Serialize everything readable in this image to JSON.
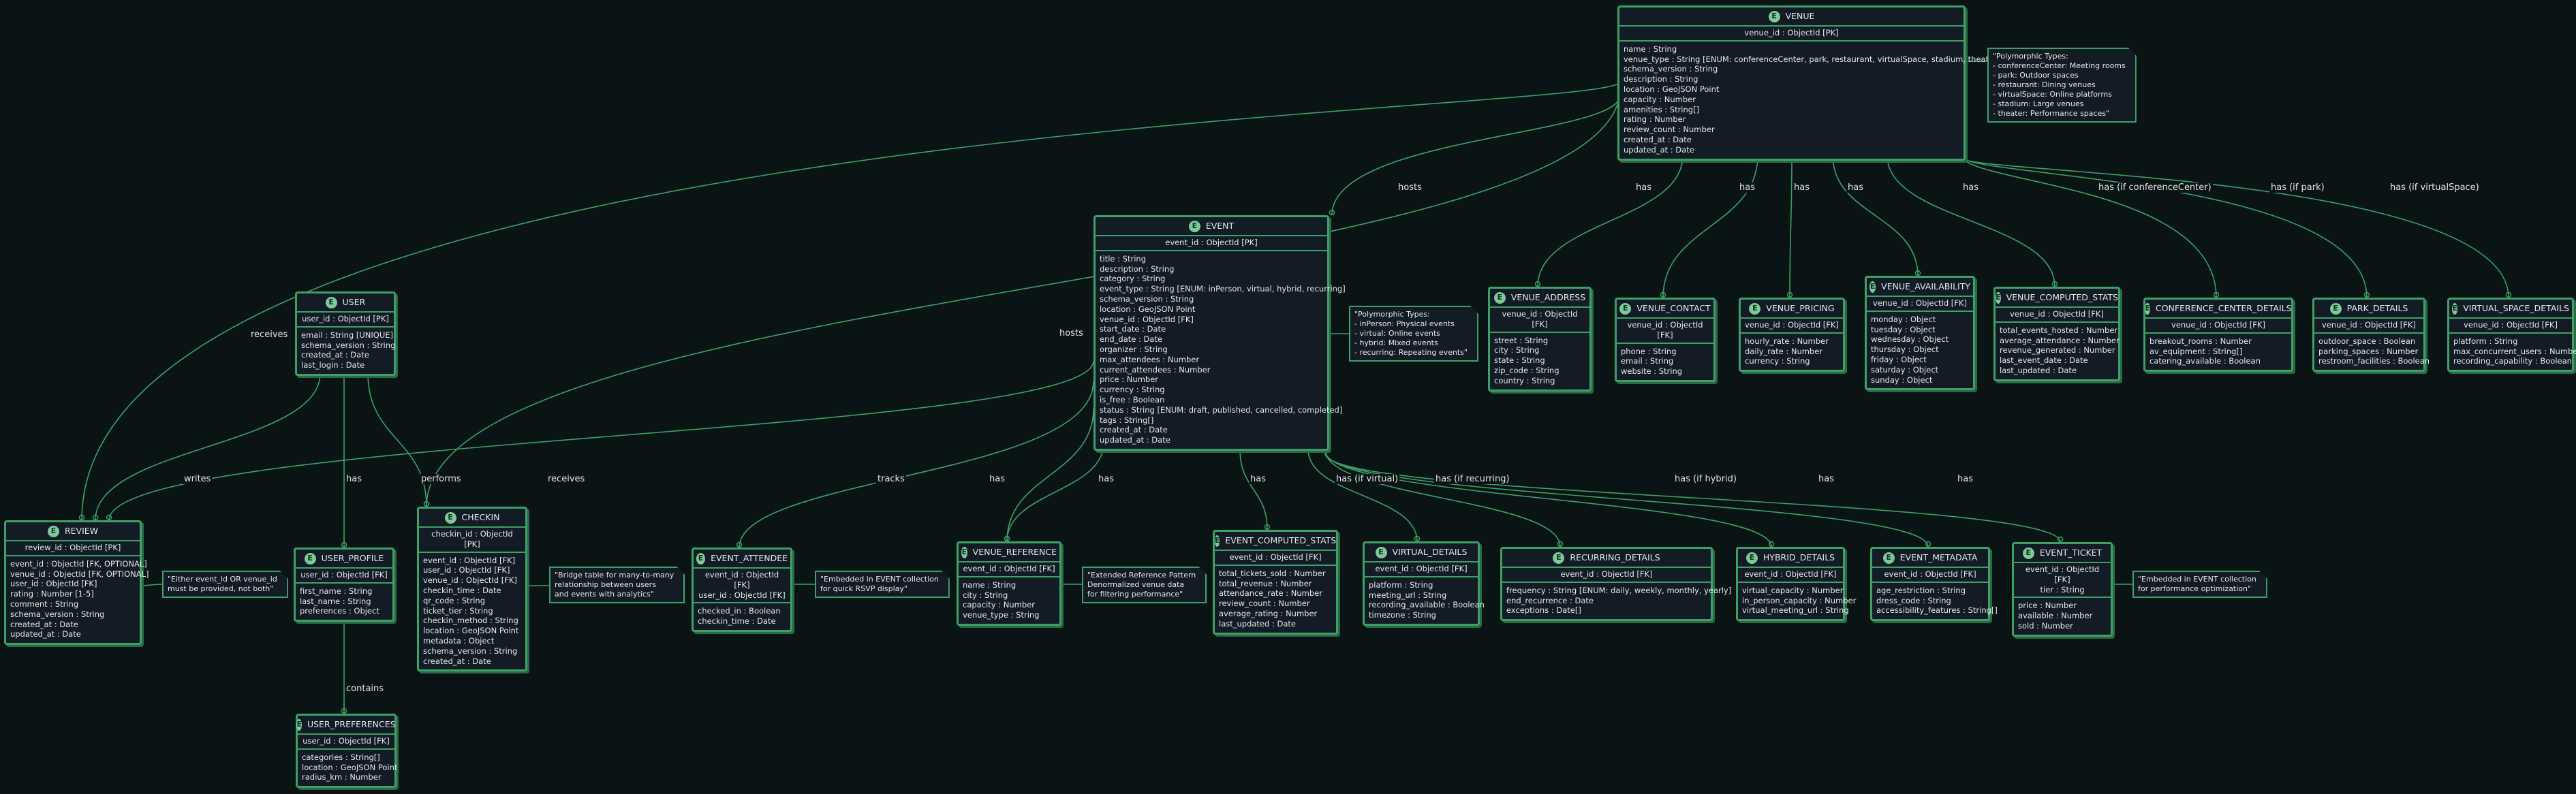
{
  "entities": [
    {
      "id": "venue",
      "name": "VENUE",
      "key": "venue_id : ObjectId [PK]",
      "attrs": [
        "name : String",
        "venue_type : String [ENUM: conferenceCenter, park, restaurant, virtualSpace, stadium, theater]",
        "schema_version : String",
        "description : String",
        "location : GeoJSON Point",
        "capacity : Number",
        "amenities : String[]",
        "rating : Number",
        "review_count : Number",
        "created_at : Date",
        "updated_at : Date"
      ]
    },
    {
      "id": "event",
      "name": "EVENT",
      "key": "event_id : ObjectId [PK]",
      "attrs": [
        "title : String",
        "description : String",
        "category : String",
        "event_type : String [ENUM: inPerson, virtual, hybrid, recurring]",
        "schema_version : String",
        "location : GeoJSON Point",
        "venue_id : ObjectId [FK]",
        "start_date : Date",
        "end_date : Date",
        "organizer : String",
        "max_attendees : Number",
        "current_attendees : Number",
        "price : Number",
        "currency : String",
        "is_free : Boolean",
        "status : String [ENUM: draft, published, cancelled, completed]",
        "tags : String[]",
        "created_at : Date",
        "updated_at : Date"
      ]
    },
    {
      "id": "user",
      "name": "USER",
      "key": "user_id : ObjectId [PK]",
      "attrs": [
        "email : String [UNIQUE]",
        "schema_version : String",
        "created_at : Date",
        "last_login : Date"
      ]
    },
    {
      "id": "review",
      "name": "REVIEW",
      "key": "review_id : ObjectId [PK]",
      "attrs": [
        "event_id : ObjectId [FK, OPTIONAL]",
        "venue_id : ObjectId [FK, OPTIONAL]",
        "user_id : ObjectId [FK]",
        "rating : Number [1-5]",
        "comment : String",
        "schema_version : String",
        "created_at : Date",
        "updated_at : Date"
      ]
    },
    {
      "id": "user_profile",
      "name": "USER_PROFILE",
      "key": "user_id : ObjectId [FK]",
      "attrs": [
        "first_name : String",
        "last_name : String",
        "preferences : Object"
      ]
    },
    {
      "id": "user_preferences",
      "name": "USER_PREFERENCES",
      "key": "user_id : ObjectId [FK]",
      "attrs": [
        "categories : String[]",
        "location : GeoJSON Point",
        "radius_km : Number"
      ]
    },
    {
      "id": "checkin",
      "name": "CHECKIN",
      "key": "checkin_id : ObjectId [PK]",
      "attrs": [
        "event_id : ObjectId [FK]",
        "user_id : ObjectId [FK]",
        "venue_id : ObjectId [FK]",
        "checkin_time : Date",
        "qr_code : String",
        "ticket_tier : String",
        "checkin_method : String",
        "location : GeoJSON Point",
        "metadata : Object",
        "schema_version : String",
        "created_at : Date"
      ]
    },
    {
      "id": "event_attendee",
      "name": "EVENT_ATTENDEE",
      "keys": [
        "event_id : ObjectId [FK]",
        "user_id : ObjectId [FK]"
      ],
      "attrs": [
        "checked_in : Boolean",
        "checkin_time : Date"
      ]
    },
    {
      "id": "venue_reference",
      "name": "VENUE_REFERENCE",
      "key": "event_id : ObjectId [FK]",
      "attrs": [
        "name : String",
        "city : String",
        "capacity : Number",
        "venue_type : String"
      ]
    },
    {
      "id": "event_computed_stats",
      "name": "EVENT_COMPUTED_STATS",
      "key": "event_id : ObjectId [FK]",
      "attrs": [
        "total_tickets_sold : Number",
        "total_revenue : Number",
        "attendance_rate : Number",
        "review_count : Number",
        "average_rating : Number",
        "last_updated : Date"
      ]
    },
    {
      "id": "virtual_details",
      "name": "VIRTUAL_DETAILS",
      "key": "event_id : ObjectId [FK]",
      "attrs": [
        "platform : String",
        "meeting_url : String",
        "recording_available : Boolean",
        "timezone : String"
      ]
    },
    {
      "id": "recurring_details",
      "name": "RECURRING_DETAILS",
      "key": "event_id : ObjectId [FK]",
      "attrs": [
        "frequency : String [ENUM: daily, weekly, monthly, yearly]",
        "end_recurrence : Date",
        "exceptions : Date[]"
      ]
    },
    {
      "id": "hybrid_details",
      "name": "HYBRID_DETAILS",
      "key": "event_id : ObjectId [FK]",
      "attrs": [
        "virtual_capacity : Number",
        "in_person_capacity : Number",
        "virtual_meeting_url : String"
      ]
    },
    {
      "id": "event_metadata",
      "name": "EVENT_METADATA",
      "key": "event_id : ObjectId [FK]",
      "attrs": [
        "age_restriction : String",
        "dress_code : String",
        "accessibility_features : String[]"
      ]
    },
    {
      "id": "event_ticket",
      "name": "EVENT_TICKET",
      "keys": [
        "event_id : ObjectId [FK]",
        "tier : String"
      ],
      "attrs": [
        "price : Number",
        "available : Number",
        "sold : Number"
      ]
    },
    {
      "id": "venue_address",
      "name": "VENUE_ADDRESS",
      "key": "venue_id : ObjectId [FK]",
      "attrs": [
        "street : String",
        "city : String",
        "state : String",
        "zip_code : String",
        "country : String"
      ]
    },
    {
      "id": "venue_contact",
      "name": "VENUE_CONTACT",
      "key": "venue_id : ObjectId [FK]",
      "attrs": [
        "phone : String",
        "email : String",
        "website : String"
      ]
    },
    {
      "id": "venue_pricing",
      "name": "VENUE_PRICING",
      "key": "venue_id : ObjectId [FK]",
      "attrs": [
        "hourly_rate : Number",
        "daily_rate : Number",
        "currency : String"
      ]
    },
    {
      "id": "venue_availability",
      "name": "VENUE_AVAILABILITY",
      "key": "venue_id : ObjectId [FK]",
      "attrs": [
        "monday : Object",
        "tuesday : Object",
        "wednesday : Object",
        "thursday : Object",
        "friday : Object",
        "saturday : Object",
        "sunday : Object"
      ]
    },
    {
      "id": "venue_computed_stats",
      "name": "VENUE_COMPUTED_STATS",
      "key": "venue_id : ObjectId [FK]",
      "attrs": [
        "total_events_hosted : Number",
        "average_attendance : Number",
        "revenue_generated : Number",
        "last_event_date : Date",
        "last_updated : Date"
      ]
    },
    {
      "id": "conference_center_details",
      "name": "CONFERENCE_CENTER_DETAILS",
      "key": "venue_id : ObjectId [FK]",
      "attrs": [
        "breakout_rooms : Number",
        "av_equipment : String[]",
        "catering_available : Boolean"
      ]
    },
    {
      "id": "park_details",
      "name": "PARK_DETAILS",
      "key": "venue_id : ObjectId [FK]",
      "attrs": [
        "outdoor_space : Boolean",
        "parking_spaces : Number",
        "restroom_facilities : Boolean"
      ]
    },
    {
      "id": "virtual_space_details",
      "name": "VIRTUAL_SPACE_DETAILS",
      "key": "venue_id : ObjectId [FK]",
      "attrs": [
        "platform : String",
        "max_concurrent_users : Number",
        "recording_capability : Boolean"
      ]
    }
  ],
  "notes": [
    {
      "id": "venue_note",
      "lines": [
        "\"Polymorphic Types:",
        "- conferenceCenter: Meeting rooms",
        "- park: Outdoor spaces",
        "- restaurant: Dining venues",
        "- virtualSpace: Online platforms",
        "- stadium: Large venues",
        "- theater: Performance spaces\""
      ]
    },
    {
      "id": "event_note",
      "lines": [
        "\"Polymorphic Types:",
        "- inPerson: Physical events",
        "- virtual: Online events",
        "- hybrid: Mixed events",
        "- recurring: Repeating events\""
      ]
    },
    {
      "id": "review_note",
      "lines": [
        "\"Either event_id OR venue_id",
        "must be provided, not both\""
      ]
    },
    {
      "id": "checkin_note",
      "lines": [
        "\"Bridge table for many-to-many",
        "relationship between users",
        "and events with analytics\""
      ]
    },
    {
      "id": "attendee_note",
      "lines": [
        "\"Embedded in EVENT collection",
        "for quick RSVP display\""
      ]
    },
    {
      "id": "venueref_note",
      "lines": [
        "\"Extended Reference Pattern",
        "Denormalized venue data",
        "for filtering performance\""
      ]
    },
    {
      "id": "ticket_note",
      "lines": [
        "\"Embedded in EVENT collection",
        "for performance optimization\""
      ]
    }
  ],
  "relationships": [
    {
      "id": "venue-hosts-event",
      "label": "hosts"
    },
    {
      "id": "venue-hosts-checkin",
      "label": "hosts"
    },
    {
      "id": "venue-receives-review",
      "label": "receives"
    },
    {
      "id": "venue-has-address",
      "label": "has"
    },
    {
      "id": "venue-has-contact",
      "label": "has"
    },
    {
      "id": "venue-has-pricing",
      "label": "has"
    },
    {
      "id": "venue-has-availability",
      "label": "has"
    },
    {
      "id": "venue-has-stats",
      "label": "has"
    },
    {
      "id": "venue-has-conference",
      "label": "has (if conferenceCenter)"
    },
    {
      "id": "venue-has-park",
      "label": "has (if park)"
    },
    {
      "id": "venue-has-virtualspace",
      "label": "has (if virtualSpace)"
    },
    {
      "id": "user-writes-review",
      "label": "writes"
    },
    {
      "id": "user-has-profile",
      "label": "has"
    },
    {
      "id": "user-performs-checkin",
      "label": "performs"
    },
    {
      "id": "profile-contains-prefs",
      "label": "contains"
    },
    {
      "id": "event-receives-review",
      "label": "receives"
    },
    {
      "id": "event-tracks-attendee",
      "label": "tracks"
    },
    {
      "id": "event-has-venueref",
      "label": "has"
    },
    {
      "id": "event-has-venueref2",
      "label": "has"
    },
    {
      "id": "event-has-stats",
      "label": "has"
    },
    {
      "id": "event-has-virtual",
      "label": "has (if virtual)"
    },
    {
      "id": "event-has-recurring",
      "label": "has (if recurring)"
    },
    {
      "id": "event-has-hybrid",
      "label": "has (if hybrid)"
    },
    {
      "id": "event-has-metadata",
      "label": "has"
    },
    {
      "id": "event-has-ticket",
      "label": "has"
    }
  ],
  "colors": {
    "background": "#0b1414",
    "entity_fill": "#131c25",
    "border": "#3ea068",
    "line": "#3ea068",
    "text": "#e3e8ea"
  }
}
